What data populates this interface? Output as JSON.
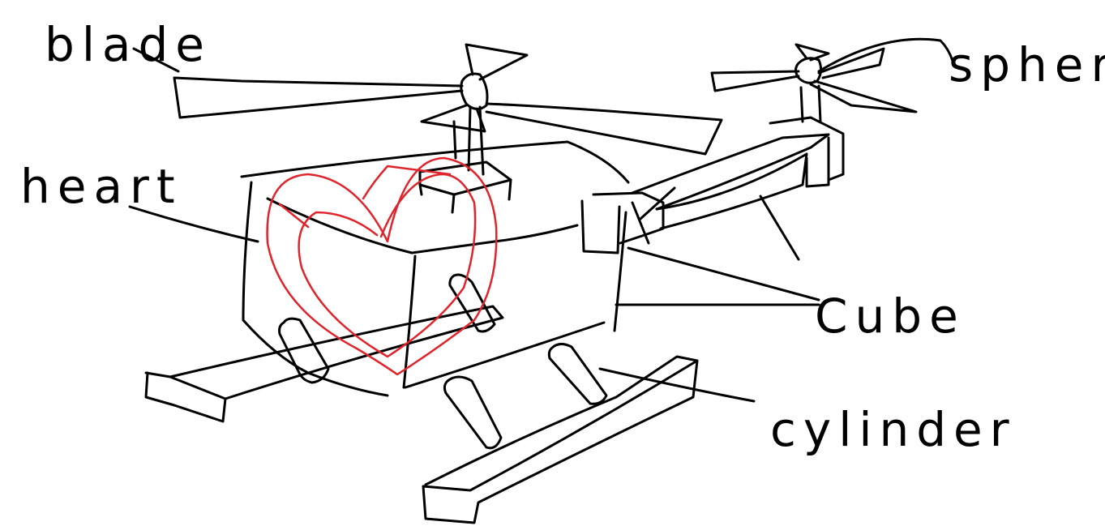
{
  "colors": {
    "ink": "#000000",
    "heart": "#e0242c",
    "background": "#ffffff"
  },
  "labels": {
    "blade": "blade",
    "heart": "heart",
    "sphere": "sphere",
    "cube": "Cube",
    "cylinder": "cylinder"
  }
}
